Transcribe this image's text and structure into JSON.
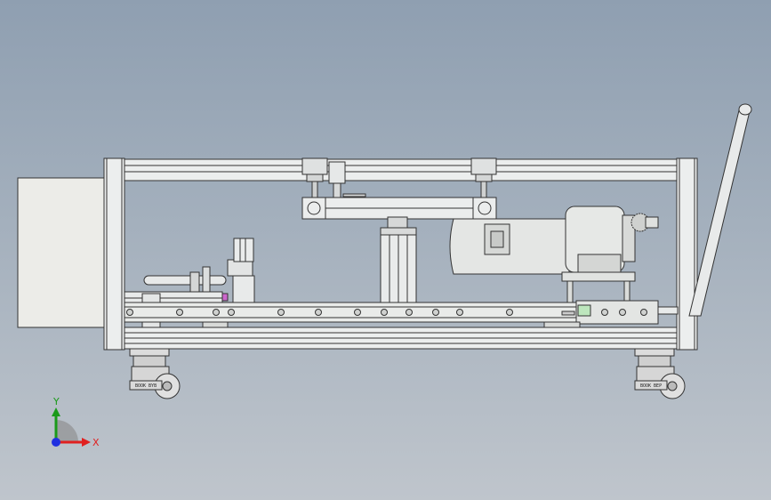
{
  "triad": {
    "x_label": "X",
    "y_label": "Y"
  },
  "casters": [
    {
      "text": "BOOK BYB"
    },
    {
      "text": "BOOK BEP"
    }
  ],
  "colors": {
    "background_top": "#8f9fb1",
    "background_bottom": "#bfc5cc",
    "frame": "#eceeee",
    "axis_x": "#e02020",
    "axis_y": "#1a9a1a",
    "axis_z": "#2030e0"
  }
}
